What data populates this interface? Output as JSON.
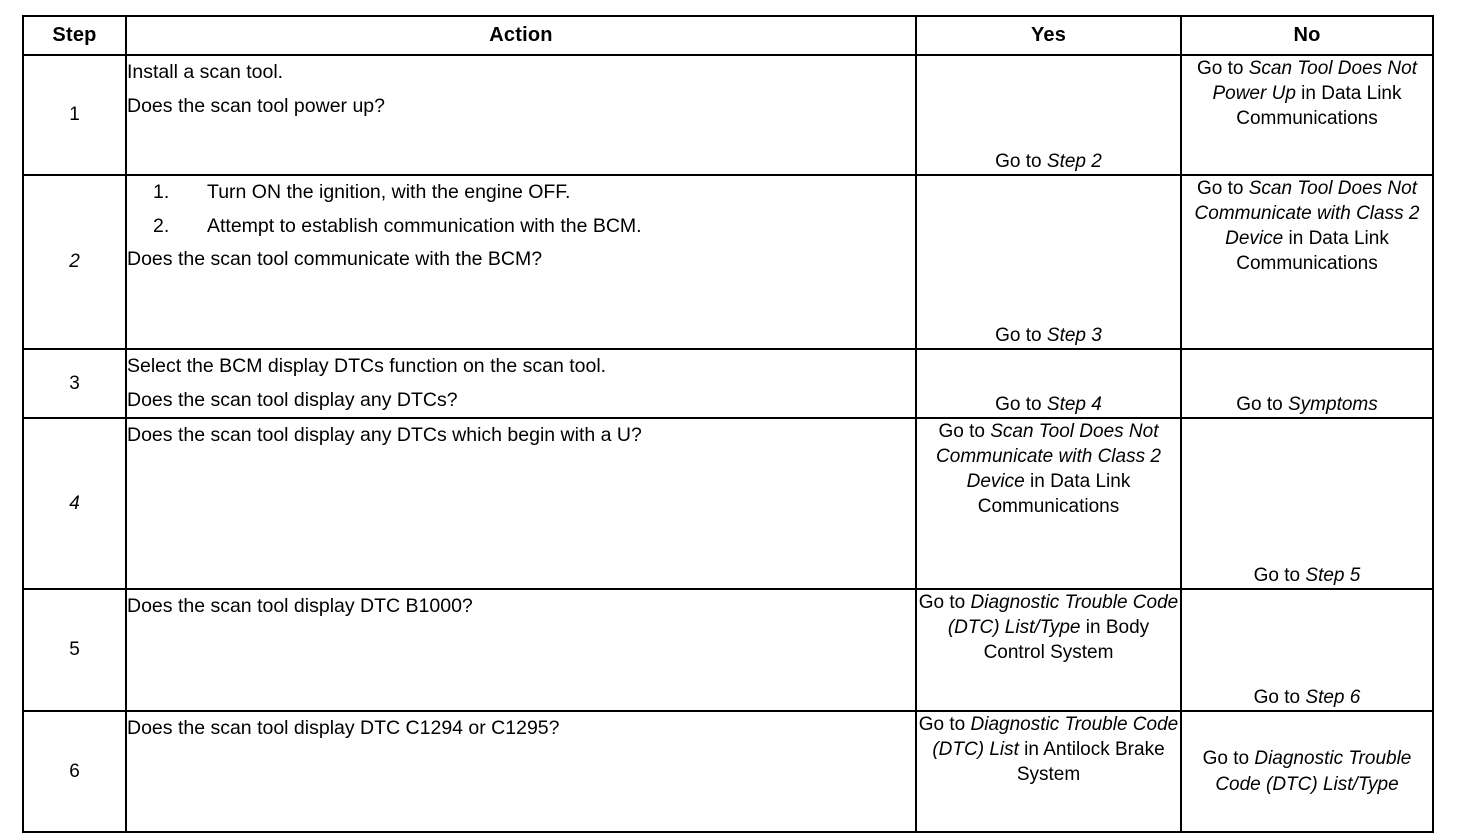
{
  "table": {
    "headers": {
      "step": "Step",
      "action": "Action",
      "yes": "Yes",
      "no": "No"
    },
    "rows": [
      {
        "step": "1",
        "step_italic": false,
        "action_lines": [
          "Install a scan tool.",
          "Does the scan tool power up?"
        ],
        "action_list": [],
        "yes": {
          "prefix": "Go to ",
          "ref": "Step 2",
          "suffix": "",
          "align": "bottom"
        },
        "no": {
          "prefix": "Go to ",
          "ref": "Scan Tool Does Not Power Up",
          "suffix": " in Data Link Communications",
          "align": "top"
        }
      },
      {
        "step": "2",
        "step_italic": true,
        "action_lines": [
          "Does the scan tool communicate with the BCM?"
        ],
        "action_list": [
          {
            "num": "1.",
            "text": "Turn ON the ignition, with the engine OFF."
          },
          {
            "num": "2.",
            "text": "Attempt to establish communication with the BCM."
          }
        ],
        "yes": {
          "prefix": "Go to ",
          "ref": "Step 3",
          "suffix": "",
          "align": "bottom"
        },
        "no": {
          "prefix": "Go to ",
          "ref": "Scan Tool Does Not Communicate with Class 2 Device",
          "suffix": " in Data Link Communications",
          "align": "top"
        }
      },
      {
        "step": "3",
        "step_italic": false,
        "action_lines": [
          "Select the BCM display DTCs function on the scan tool.",
          "Does the scan tool display any DTCs?"
        ],
        "action_list": [],
        "yes": {
          "prefix": "Go to ",
          "ref": "Step 4",
          "suffix": "",
          "align": "bottom"
        },
        "no": {
          "prefix": "Go to ",
          "ref": "Symptoms",
          "suffix": "",
          "align": "bottom"
        }
      },
      {
        "step": "4",
        "step_italic": true,
        "action_lines": [
          "Does the scan tool display any DTCs which begin with a U?"
        ],
        "action_list": [],
        "yes": {
          "prefix": "Go to ",
          "ref": "Scan Tool Does Not Communicate with Class 2 Device",
          "suffix": " in Data Link Communications",
          "align": "top"
        },
        "no": {
          "prefix": "Go to ",
          "ref": "Step 5",
          "suffix": "",
          "align": "bottom"
        }
      },
      {
        "step": "5",
        "step_italic": false,
        "action_lines": [
          "Does the scan tool display DTC B1000?"
        ],
        "action_list": [],
        "yes": {
          "prefix": "Go to ",
          "ref": "Diagnostic Trouble Code (DTC) List/Type",
          "suffix": " in Body Control System",
          "align": "top"
        },
        "no": {
          "prefix": "Go to ",
          "ref": "Step 6",
          "suffix": "",
          "align": "bottom"
        }
      },
      {
        "step": "6",
        "step_italic": false,
        "action_lines": [
          "Does the scan tool display DTC C1294 or C1295?"
        ],
        "action_list": [],
        "yes": {
          "prefix": "Go to ",
          "ref": "Diagnostic Trouble Code (DTC) List",
          "suffix": " in Antilock Brake System",
          "align": "top"
        },
        "no": {
          "prefix": "Go to ",
          "ref": "Diagnostic Trouble Code (DTC) List/Type",
          "suffix": "",
          "align": "middle"
        }
      }
    ]
  }
}
